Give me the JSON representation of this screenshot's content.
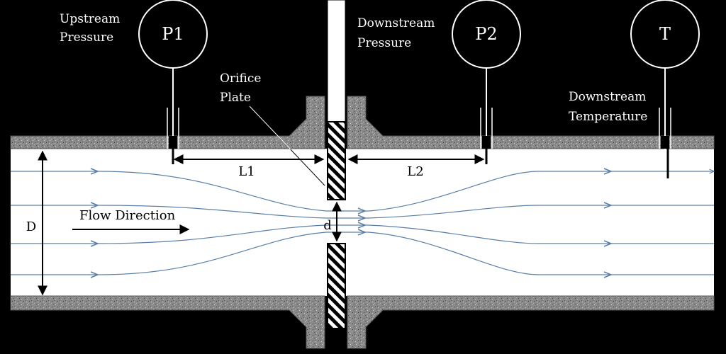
{
  "labels": {
    "upstream_line1": "Upstream",
    "upstream_line2": "Pressure",
    "downstream_p_line1": "Downstream",
    "downstream_p_line2": "Pressure",
    "orifice_line1": "Orifice",
    "orifice_line2": "Plate",
    "downstream_t_line1": "Downstream",
    "downstream_t_line2": "Temperature",
    "flow_direction": "Flow Direction",
    "pipe_diameter": "D",
    "orifice_diameter": "d",
    "upstream_length": "L1",
    "downstream_length": "L2"
  },
  "gauges": {
    "p1": "P1",
    "p2": "P2",
    "t": "T"
  },
  "colors": {
    "background": "#000000",
    "pipe_interior": "#ffffff",
    "pipe_wall": "#8a8a8a",
    "streamline": "#5a7fa8",
    "ink": "#000000"
  }
}
